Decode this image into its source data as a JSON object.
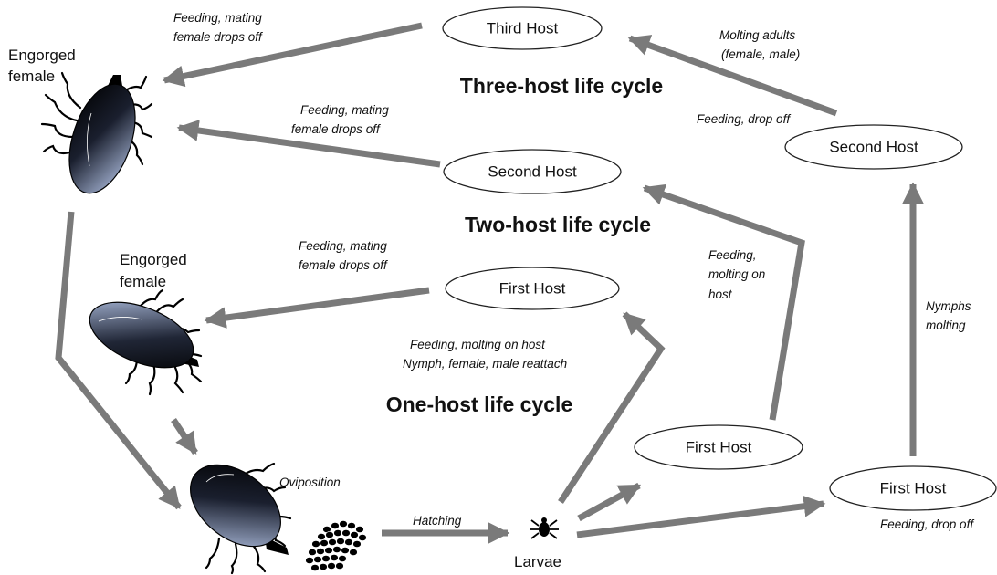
{
  "titles": {
    "three_host": "Three-host life cycle",
    "two_host": "Two-host life cycle",
    "one_host": "One-host life cycle"
  },
  "hosts": {
    "three_third": "Third Host",
    "three_second": "Second Host",
    "three_first": "First Host",
    "two_second": "Second Host",
    "two_first": "First Host",
    "one_first": "First Host"
  },
  "labels": {
    "engorged_female_top": [
      "Engorged",
      "female"
    ],
    "engorged_female_mid": [
      "Engorged",
      "female"
    ],
    "larvae": "Larvae"
  },
  "notes": {
    "third_host_drop": [
      "Feeding, mating",
      "female drops off"
    ],
    "second_host_drop": [
      "Feeding, mating",
      "female drops off"
    ],
    "first_host_drop": [
      "Feeding, mating",
      "female drops off"
    ],
    "molting_adults": [
      "Molting adults",
      "(female, male)"
    ],
    "feeding_drop_off_upper": "Feeding, drop off",
    "feeding_molting_on_host": [
      "Feeding,",
      "molting on",
      "host"
    ],
    "nymphs_molting": [
      "Nymphs",
      "molting"
    ],
    "one_host_molting": [
      "Feeding, molting on host",
      "Nymph, female, male reattach"
    ],
    "oviposition": "Oviposition",
    "hatching": "Hatching",
    "feeding_drop_off_lower": "Feeding, drop off"
  },
  "colors": {
    "arrow": "#7a7a7a",
    "tick_dark": "#000000",
    "tick_highlight": "#b8c8ea"
  }
}
